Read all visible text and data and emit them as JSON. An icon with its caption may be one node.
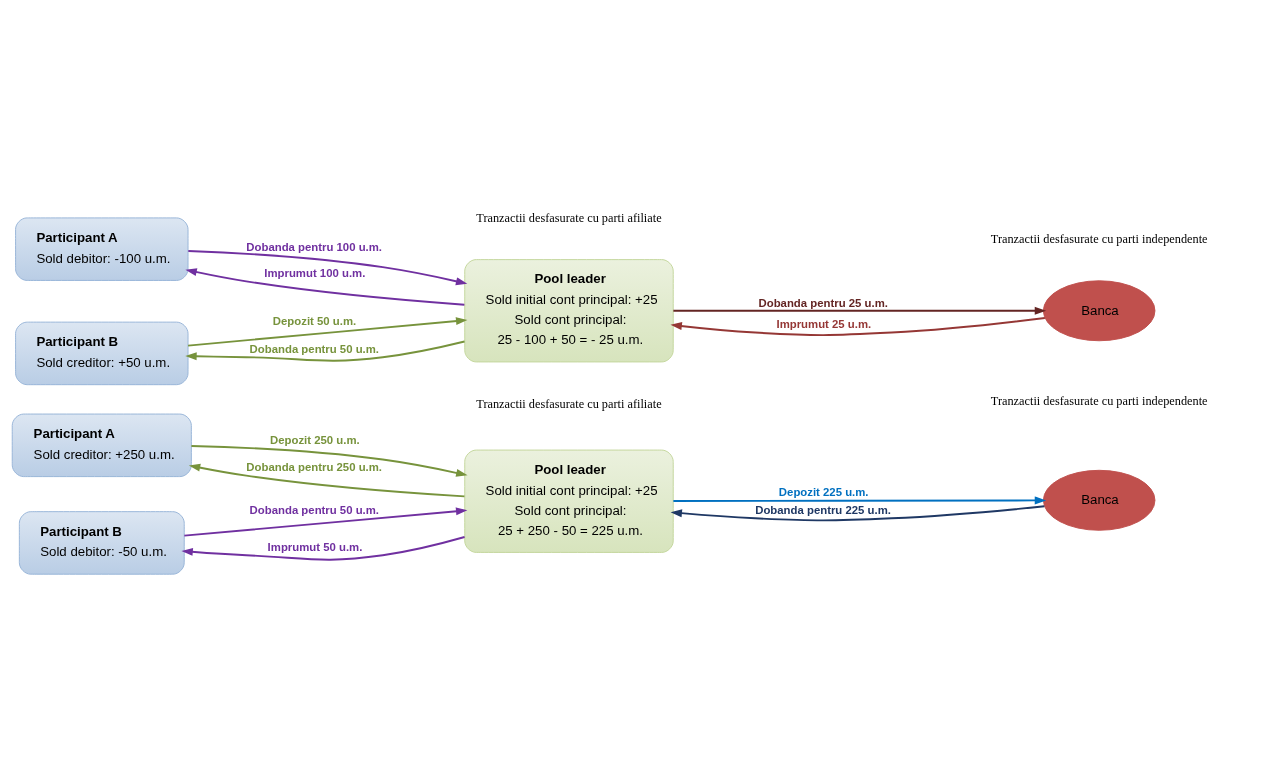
{
  "diagram": {
    "nodes": [
      {
        "text": [
          "Participant A",
          "Sold creditor: +250 u.m."
        ]
      },
      {
        "text": [
          "Participant B",
          "Sold debitor: -50 u.m."
        ]
      },
      {
        "text": [
          "Pool leader",
          "Sold initial cont principal: +25",
          "Sold cont principal:",
          "25 + 250 - 50 = 225 u.m."
        ]
      },
      {
        "text": [
          "Banca"
        ]
      },
      {
        "text": [
          "Participant A",
          "Sold debitor: -100 u.m."
        ]
      },
      {
        "text": [
          "Participant B",
          "Sold creditor: +50 u.m."
        ]
      },
      {
        "text": [
          "Pool leader",
          "Sold initial cont principal: +25",
          "Sold cont principal:",
          "25 - 100 + 50 = - 25 u.m."
        ]
      },
      {
        "text": [
          "Banca"
        ]
      }
    ],
    "edges": [
      {
        "from": 0,
        "to": 2,
        "arrow": "to",
        "label": "Depozit 250 u.m.",
        "color": "#77933c"
      },
      {
        "from": 2,
        "to": 0,
        "arrow": "to",
        "label": "Dobanda pentru 250 u.m.",
        "color": "#77933c"
      },
      {
        "from": 2,
        "to": 1,
        "arrow": "to",
        "label": "Imprumut 50 u.m.",
        "color": "#7030a0"
      },
      {
        "from": 1,
        "to": 2,
        "arrow": "to",
        "label": "Dobanda pentru 50 u.m.",
        "color": "#7030a0"
      },
      {
        "from": 2,
        "to": 3,
        "arrow": "to",
        "label": "Depozit 225 u.m.",
        "color": "#0070c0"
      },
      {
        "from": 3,
        "to": 2,
        "arrow": "to",
        "label": "Dobanda pentru 225 u.m.",
        "color": "#1f3864"
      },
      {
        "from": 6,
        "to": 4,
        "arrow": "to",
        "label": "Imprumut 100 u.m.",
        "color": "#7030a0"
      },
      {
        "from": 4,
        "to": 6,
        "arrow": "to",
        "label": "Dobanda pentru 100 u.m.",
        "color": "#7030a0"
      },
      {
        "from": 5,
        "to": 6,
        "arrow": "to",
        "label": "Depozit 50 u.m.",
        "color": "#77933c"
      },
      {
        "from": 6,
        "to": 5,
        "arrow": "to",
        "label": "Dobanda pentru 50 u.m.",
        "color": "#77933c"
      },
      {
        "from": 7,
        "to": 6,
        "arrow": "to",
        "label": "Imprumut 25 u.m.",
        "color": "#953735"
      },
      {
        "from": 6,
        "to": 7,
        "arrow": "to",
        "label": "Dobanda pentru 25 u.m.",
        "color": "#632523"
      }
    ],
    "labels": [
      "Tranzactii desfasurate cu parti afiliate",
      "Tranzactii desfasurate cu parti independente",
      "Tranzactii desfasurate cu parti afiliate",
      "Tranzactii desfasurate cu parti independente"
    ]
  }
}
